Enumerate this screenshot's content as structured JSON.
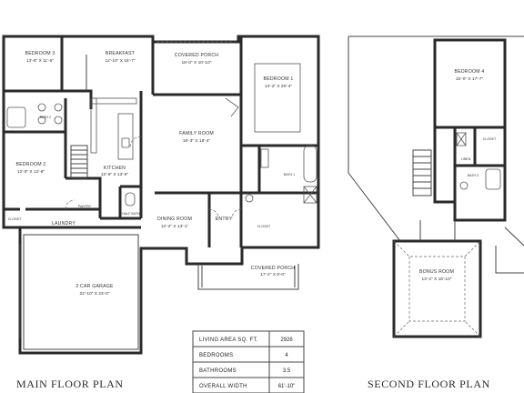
{
  "titles": {
    "main": "MAIN FLOOR PLAN",
    "second": "SECOND FLOOR PLAN"
  },
  "main_floor": {
    "bedroom3": {
      "name": "BEDROOM 3",
      "dims": "13'-8\" X 11'-5\""
    },
    "bath2": {
      "name": "BATH 2"
    },
    "breakfast": {
      "name": "BREAKFAST",
      "dims": "12'-10\" X 15'-7\""
    },
    "covered_porch": {
      "name": "COVERED PORCH",
      "dims": "18'-0\" X 10'-10\""
    },
    "bedroom1": {
      "name": "BEDROOM 1",
      "dims": "14'-2\" X 20'-4\""
    },
    "bedroom2": {
      "name": "BEDROOM 2",
      "dims": "12'-0\" X 12'-8\""
    },
    "kitchen": {
      "name": "KITCHEN",
      "dims": "12'-9\" X 13'-9\""
    },
    "family_room": {
      "name": "FAMILY ROOM",
      "dims": "16'-3\" X 18'-4\""
    },
    "bath1": {
      "name": "BATH 1"
    },
    "pantry": {
      "name": "PANTRY"
    },
    "closet_a": {
      "name": "CLOSET"
    },
    "laundry": {
      "name": "LAUNDRY"
    },
    "half_bath": {
      "name": "HALF BATH"
    },
    "dining_room": {
      "name": "DINING ROOM",
      "dims": "12'-2\" X 13'-1\""
    },
    "entry": {
      "name": "ENTRY"
    },
    "closet_b": {
      "name": "CLOSET"
    },
    "front_porch": {
      "name": "COVERED PORCH",
      "dims": "17'-2\" X 8'-0\""
    },
    "garage": {
      "name": "2 CAR GARAGE",
      "dims": "22'-10\" X 23'-0\""
    }
  },
  "second_floor": {
    "bedroom4": {
      "name": "BEDROOM 4",
      "dims": "15'-0\" X 17'-7\""
    },
    "closet": {
      "name": "CLOSET"
    },
    "linen": {
      "name": "LINEN"
    },
    "bath3": {
      "name": "BATH 3"
    },
    "bonus": {
      "name": "BONUS ROOM",
      "dims": "13'-2\" X 16'-10\""
    }
  },
  "stats": [
    {
      "label": "LIVING AREA SQ. FT.",
      "value": "2926"
    },
    {
      "label": "BEDROOMS",
      "value": "4"
    },
    {
      "label": "BATHROOMS",
      "value": "3.5"
    },
    {
      "label": "OVERALL WIDTH",
      "value": "61'-10\""
    }
  ]
}
